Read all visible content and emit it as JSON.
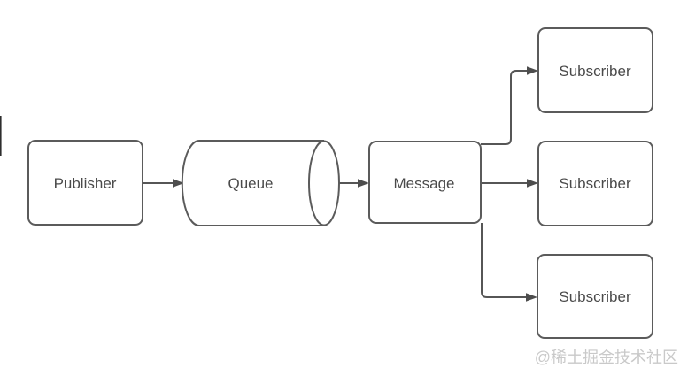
{
  "diagram": {
    "type": "flow-diagram",
    "background": "#ffffff",
    "colors": {
      "node_stroke": "#5b5b5b",
      "node_fill": "#ffffff",
      "edge_stroke": "#565656",
      "arrowhead_fill": "#4d4d4d",
      "label_text": "#4a4a4a",
      "watermark_text": "#c9c9c9"
    },
    "nodes": [
      {
        "id": "publisher",
        "label": "Publisher",
        "shape": "rounded-rectangle"
      },
      {
        "id": "queue",
        "label": "Queue",
        "shape": "horizontal-cylinder"
      },
      {
        "id": "message",
        "label": "Message",
        "shape": "rounded-rectangle"
      },
      {
        "id": "subscriber-top",
        "label": "Subscriber",
        "shape": "rounded-rectangle"
      },
      {
        "id": "subscriber-middle",
        "label": "Subscriber",
        "shape": "rounded-rectangle"
      },
      {
        "id": "subscriber-bottom",
        "label": "Subscriber",
        "shape": "rounded-rectangle"
      }
    ],
    "edges": [
      {
        "from": "publisher",
        "to": "queue",
        "style": "straight-arrow"
      },
      {
        "from": "queue",
        "to": "message",
        "style": "straight-arrow"
      },
      {
        "from": "message",
        "to": "subscriber-top",
        "style": "elbow-arrow-up"
      },
      {
        "from": "message",
        "to": "subscriber-middle",
        "style": "straight-arrow"
      },
      {
        "from": "message",
        "to": "subscriber-bottom",
        "style": "elbow-arrow-down"
      }
    ],
    "watermark": "@稀土掘金技术社区"
  }
}
